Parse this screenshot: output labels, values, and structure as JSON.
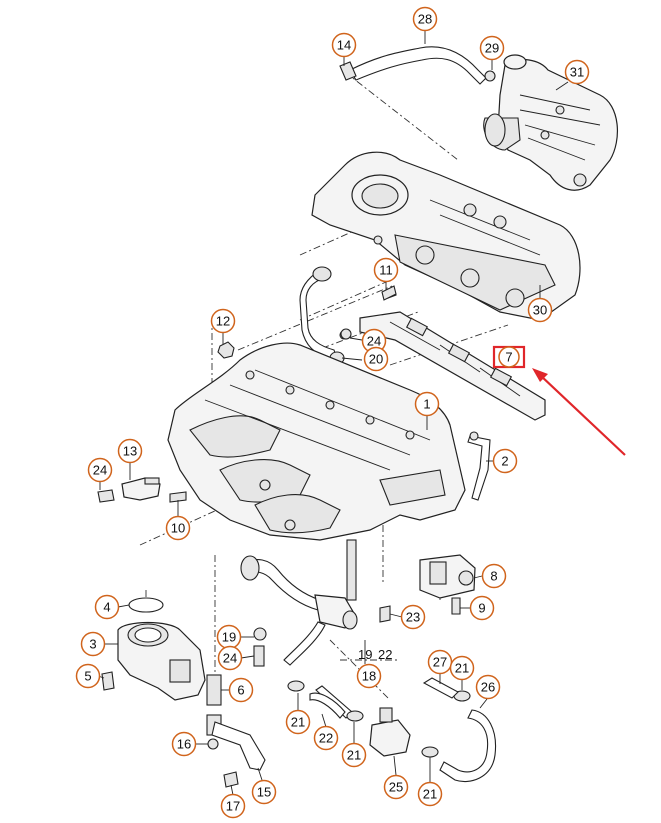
{
  "colors": {
    "callout": "#d0641c",
    "highlight": "#e0262a"
  },
  "callouts": {
    "c1": "1",
    "c2": "2",
    "c3": "3",
    "c4": "4",
    "c5": "5",
    "c6": "6",
    "c7": "7",
    "c8": "8",
    "c9": "9",
    "c10": "10",
    "c11": "11",
    "c12": "12",
    "c13": "13",
    "c14": "14",
    "c15": "15",
    "c16": "16",
    "c17": "17",
    "c18": "18",
    "c19a": "19",
    "c19b": "19",
    "c20": "20",
    "c21a": "21",
    "c21b": "21",
    "c21c": "21",
    "c21d": "21",
    "c22a": "22",
    "c22b": "22",
    "c23": "23",
    "c24a": "24",
    "c24b": "24",
    "c24c": "24",
    "c25": "25",
    "c26": "26",
    "c27": "27",
    "c28": "28",
    "c29": "29",
    "c30": "30",
    "c31": "31"
  }
}
